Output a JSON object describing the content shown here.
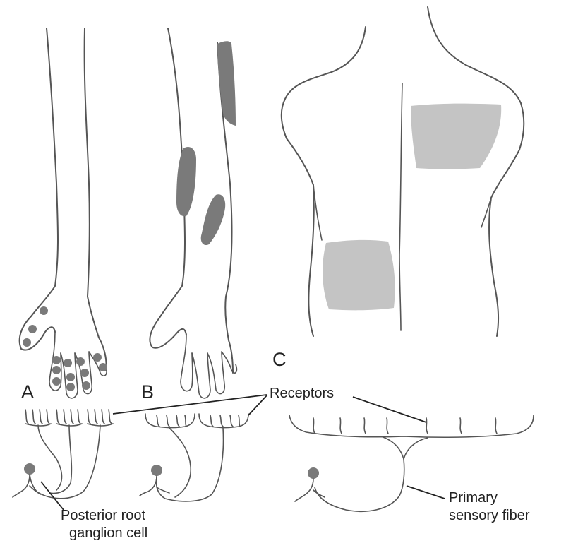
{
  "labels": {
    "panel_a": "A",
    "panel_b": "B",
    "panel_c": "C",
    "receptors": "Receptors",
    "ganglion_line1": "Posterior root",
    "ganglion_line2": "ganglion cell",
    "fiber_line1": "Primary",
    "fiber_line2": "sensory fiber"
  },
  "colors": {
    "outline": "#555555",
    "dark_field": "#7a7a7a",
    "light_field": "#c4c4c4",
    "text": "#222222"
  }
}
